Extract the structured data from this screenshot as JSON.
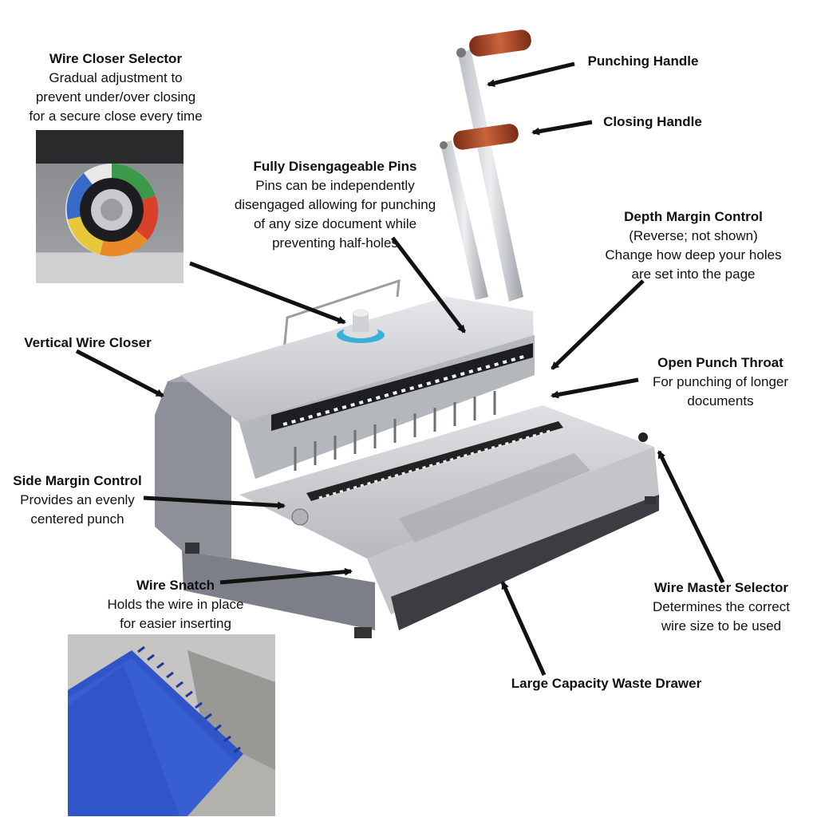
{
  "colors": {
    "text": "#111111",
    "arrow": "#111111",
    "body_gray": "#8c8f98",
    "steel": "#c9cbcf",
    "drawer": "#3b3d42",
    "wood": "#a3472a",
    "blue_cover": "#2f55c8"
  },
  "callouts": {
    "wire_closer_selector": {
      "title": "Wire Closer Selector",
      "desc": "Gradual adjustment to\nprevent under/over closing\nfor a secure close every time"
    },
    "punching_handle": {
      "title": "Punching Handle"
    },
    "closing_handle": {
      "title": "Closing Handle"
    },
    "disengageable_pins": {
      "title": "Fully Disengageable Pins",
      "desc": "Pins can be independently\ndisengaged allowing for punching\nof any size document while\npreventing half-holes"
    },
    "depth_margin": {
      "title": "Depth Margin Control",
      "desc": "(Reverse; not shown)\nChange how deep your holes\nare set into the page"
    },
    "vertical_wire_closer": {
      "title": "Vertical Wire Closer"
    },
    "open_punch_throat": {
      "title": "Open Punch Throat",
      "desc": "For punching of longer\ndocuments"
    },
    "side_margin": {
      "title": "Side Margin Control",
      "desc": "Provides an evenly\ncentered punch"
    },
    "wire_snatch": {
      "title": "Wire Snatch",
      "desc": "Holds the wire in place\nfor easier inserting"
    },
    "wire_master": {
      "title": "Wire Master Selector",
      "desc": "Determines the correct\nwire size to be used"
    },
    "waste_drawer": {
      "title": "Large Capacity Waste Drawer"
    }
  },
  "icons": [
    "wire-closer-dial-photo",
    "wire-binding-book-photo",
    "binding-machine-illustration"
  ]
}
